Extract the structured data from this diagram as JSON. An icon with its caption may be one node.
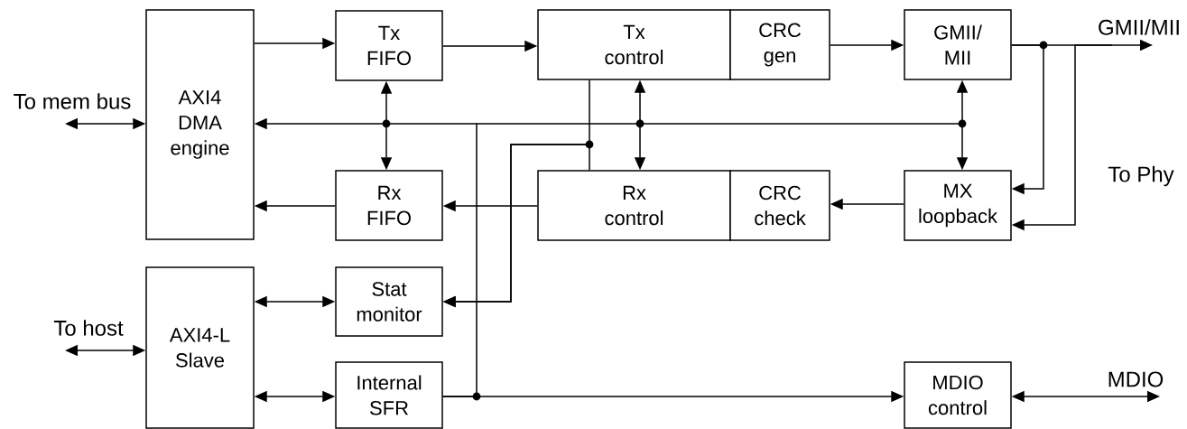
{
  "diagram": {
    "nodes": [
      {
        "text": [
          "To mem bus"
        ]
      },
      {
        "text": [
          "AXI4 DMA engine"
        ]
      },
      {
        "text": [
          "Tx FIFO"
        ]
      },
      {
        "text": [
          "Tx control"
        ]
      },
      {
        "text": [
          "CRC gen"
        ]
      },
      {
        "text": [
          "GMII/ MII"
        ]
      },
      {
        "text": [
          "GMII/MII"
        ]
      },
      {
        "text": [
          "Rx FIFO"
        ]
      },
      {
        "text": [
          "Rx control"
        ]
      },
      {
        "text": [
          "CRC check"
        ]
      },
      {
        "text": [
          "MX loopback"
        ]
      },
      {
        "text": [
          "AXI4-L Slave"
        ]
      },
      {
        "text": [
          "Stat monitor"
        ]
      },
      {
        "text": [
          "Internal SFR"
        ]
      },
      {
        "text": [
          "MDIO control"
        ]
      },
      {
        "text": [
          "To host"
        ]
      },
      {
        "text": [
          "MDIO"
        ]
      }
    ],
    "edges": [
      {
        "from": 0,
        "to": 1,
        "arrow": "both"
      },
      {
        "from": 1,
        "to": 2,
        "arrow": "to"
      },
      {
        "from": 2,
        "to": 3,
        "arrow": "to"
      },
      {
        "from": 4,
        "to": 5,
        "arrow": "to"
      },
      {
        "from": 5,
        "to": 6,
        "arrow": "to"
      },
      {
        "from": 5,
        "to": 10,
        "arrow": "both"
      },
      {
        "from": 5,
        "to": 10,
        "arrow": "to"
      },
      {
        "from": 6,
        "to": 10,
        "arrow": "to"
      },
      {
        "from": 10,
        "to": 9,
        "arrow": "to"
      },
      {
        "from": 8,
        "to": 7,
        "arrow": "to"
      },
      {
        "from": 7,
        "to": 1,
        "arrow": "to"
      },
      {
        "from": 2,
        "to": 7,
        "arrow": "both"
      },
      {
        "from": 3,
        "to": 8,
        "arrow": "both"
      },
      {
        "from": 3,
        "to": 12,
        "arrow": "to"
      },
      {
        "from": 8,
        "to": 12,
        "arrow": "to"
      },
      {
        "from": 13,
        "to": 14,
        "arrow": "to"
      },
      {
        "from": 13,
        "to": 1,
        "arrow": "to"
      },
      {
        "from": 11,
        "to": 12,
        "arrow": "both"
      },
      {
        "from": 11,
        "to": 13,
        "arrow": "both"
      },
      {
        "from": 15,
        "to": 11,
        "arrow": "both"
      },
      {
        "from": 14,
        "to": 16,
        "arrow": "both"
      }
    ],
    "labels": [
      "To Phy"
    ]
  }
}
